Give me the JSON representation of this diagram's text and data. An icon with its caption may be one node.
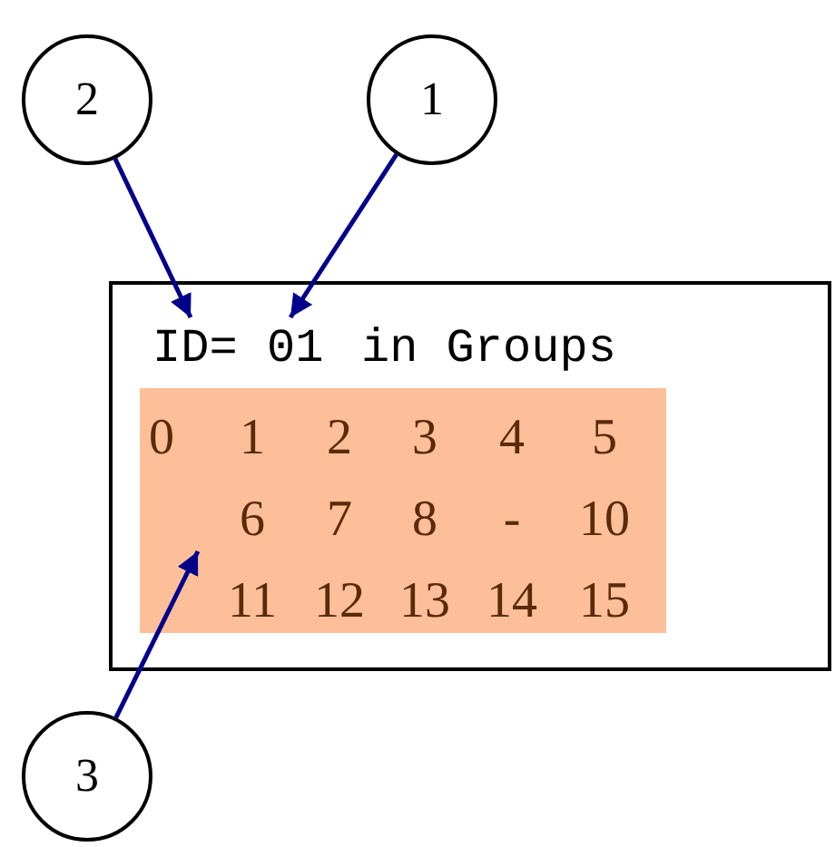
{
  "diagram": {
    "nodes": [
      {
        "text": [
          "2"
        ]
      },
      {
        "text": [
          "1"
        ]
      },
      {
        "text": [],
        "shape": "box"
      },
      {
        "text": [
          "ID="
        ],
        "in": 2
      },
      {
        "text": [
          "01"
        ],
        "in": 2
      },
      {
        "text": [],
        "shape": "box",
        "in": 2
      },
      {
        "text": [
          "3"
        ]
      }
    ],
    "edges": [
      {
        "from": 0,
        "to": 3,
        "arrow": "to"
      },
      {
        "from": 1,
        "to": 4,
        "arrow": "to"
      },
      {
        "from": 6,
        "to": 5,
        "arrow": "to"
      }
    ],
    "labels": [
      "in Groups",
      "0",
      "1",
      "2",
      "3",
      "4",
      "5",
      "6",
      "7",
      "8",
      "-",
      "10",
      "11",
      "12",
      "13",
      "14",
      "15"
    ]
  }
}
